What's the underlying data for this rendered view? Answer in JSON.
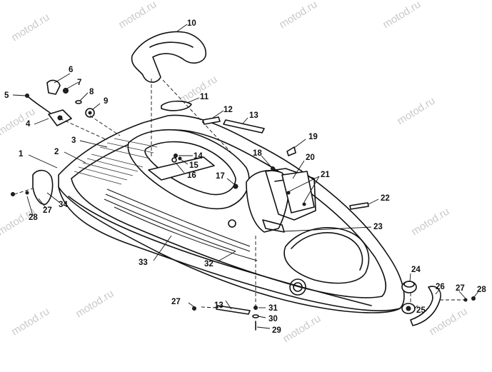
{
  "watermark": {
    "text": "motod.ru"
  },
  "callouts": {
    "c1": "1",
    "c2": "2",
    "c3": "3",
    "c4": "4",
    "c5": "5",
    "c6": "6",
    "c7": "7",
    "c8": "8",
    "c9": "9",
    "c10": "10",
    "c11": "11",
    "c12": "12",
    "c13": "13",
    "c13b": "13",
    "c14": "14",
    "c15": "15",
    "c16": "16",
    "c17": "17",
    "c18": "18",
    "c19": "19",
    "c20": "20",
    "c21": "21",
    "c22": "22",
    "c23": "23",
    "c24": "24",
    "c25": "25",
    "c26": "26",
    "c27": "27",
    "c27b": "27",
    "c28": "28",
    "c28b": "28",
    "c29": "29",
    "c30": "30",
    "c31": "31",
    "c32": "32",
    "c33": "33",
    "c34": "34"
  }
}
